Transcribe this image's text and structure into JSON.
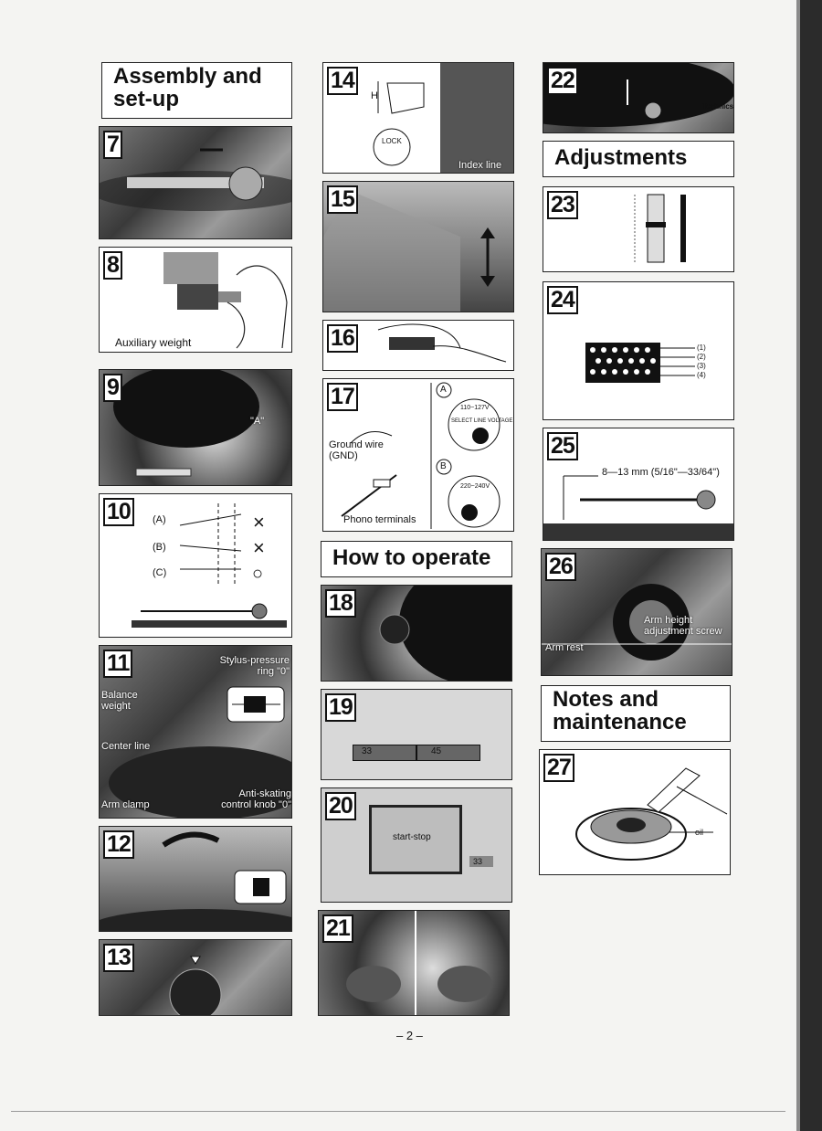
{
  "headings": {
    "assembly": "Assembly and set-up",
    "adjustments": "Adjustments",
    "operate": "How to operate",
    "notes": "Notes and maintenance"
  },
  "figures": {
    "f7": "7",
    "f8": "8",
    "f9": "9",
    "f10": "10",
    "f11": "11",
    "f12": "12",
    "f13": "13",
    "f14": "14",
    "f15": "15",
    "f16": "16",
    "f17": "17",
    "f18": "18",
    "f19": "19",
    "f20": "20",
    "f21": "21",
    "f22": "22",
    "f23": "23",
    "f24": "24",
    "f25": "25",
    "f26": "26",
    "f27": "27"
  },
  "labels": {
    "aux_weight": "Auxiliary weight",
    "a_mark": "\"A\"",
    "opt_a": "(A)",
    "opt_b": "(B)",
    "opt_c": "(C)",
    "mark_x1": "×",
    "mark_x2": "×",
    "mark_o": "○",
    "stylus_ring": "Stylus-pressure ring \"0\"",
    "balance_weight": "Balance weight",
    "center_line": "Center line",
    "arm_clamp": "Arm clamp",
    "anti_skating": "Anti-skating control knob \"0\"",
    "h": "H",
    "index_line": "Index line",
    "lock": "LOCK",
    "ground_wire": "Ground wire (GND)",
    "phono_terminals": "Phono terminals",
    "circle_a": "A",
    "circle_b": "B",
    "voltage_110": "110~127V",
    "voltage_220": "220~240V",
    "select_line_voltage": "SELECT LINE VOLTAGE",
    "speed_33": "33",
    "speed_45": "45",
    "start_stop": "start-stop",
    "small_33": "33",
    "technics": "Technics",
    "l1": "(1)",
    "l2": "(2)",
    "l3": "(3)",
    "l4": "(4)",
    "height_range": "8—13 mm (5/16\"—33/64\")",
    "armrest": "Arm rest",
    "height_screw": "Arm height adjustment screw",
    "oil": "oil"
  },
  "page_number": "– 2 –"
}
